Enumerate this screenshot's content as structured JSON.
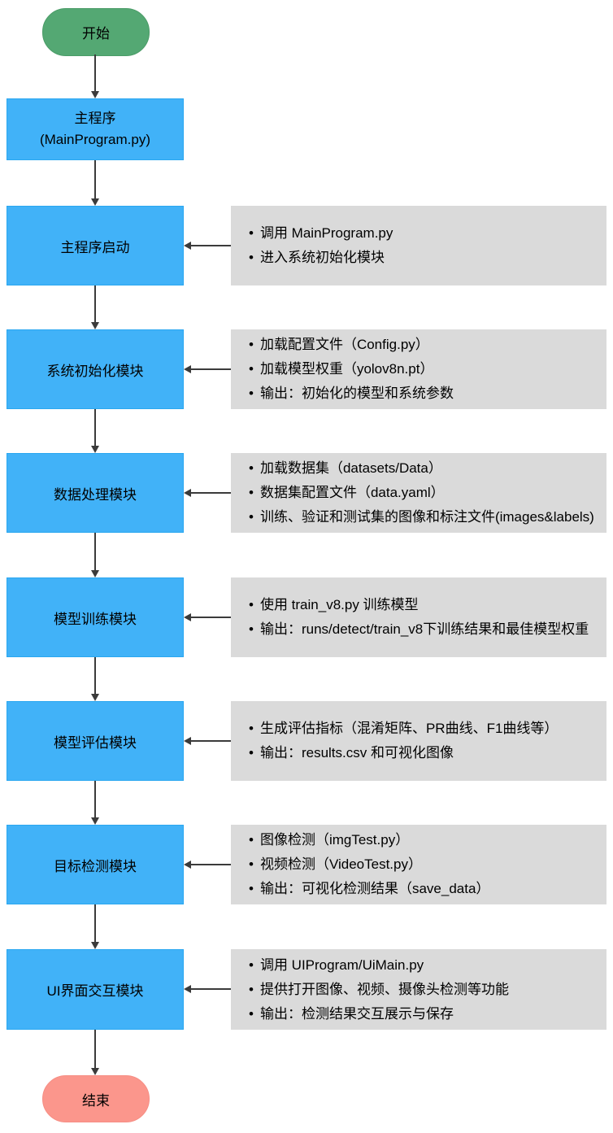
{
  "colors": {
    "start_fill": "#54a873",
    "process_fill": "#41b2f8",
    "process_border": "#2aa7f0",
    "note_fill": "#dadada",
    "end_fill": "#fb968c",
    "arrow": "#3b3b3b"
  },
  "start": {
    "label": "开始"
  },
  "main_box": {
    "line1": "主程序",
    "line2": "(MainProgram.py)"
  },
  "rows": [
    {
      "label": "主程序启动",
      "bullets": [
        "调用 MainProgram.py",
        "进入系统初始化模块"
      ]
    },
    {
      "label": "系统初始化模块",
      "bullets": [
        "加载配置文件（Config.py）",
        "加载模型权重（yolov8n.pt）",
        "输出：初始化的模型和系统参数"
      ]
    },
    {
      "label": "数据处理模块",
      "bullets": [
        "加载数据集（datasets/Data）",
        "数据集配置文件（data.yaml）",
        "训练、验证和测试集的图像和标注文件(images&labels)"
      ]
    },
    {
      "label": "模型训练模块",
      "bullets": [
        "使用 train_v8.py 训练模型",
        "输出：runs/detect/train_v8下训练结果和最佳模型权重"
      ]
    },
    {
      "label": "模型评估模块",
      "bullets": [
        "生成评估指标（混淆矩阵、PR曲线、F1曲线等）",
        "输出：results.csv 和可视化图像"
      ]
    },
    {
      "label": "目标检测模块",
      "bullets": [
        "图像检测（imgTest.py）",
        "视频检测（VideoTest.py）",
        "输出：可视化检测结果（save_data）"
      ]
    },
    {
      "label": "UI界面交互模块",
      "bullets": [
        "调用 UIProgram/UiMain.py",
        "提供打开图像、视频、摄像头检测等功能",
        "输出：检测结果交互展示与保存"
      ]
    }
  ],
  "end": {
    "label": "结束"
  }
}
